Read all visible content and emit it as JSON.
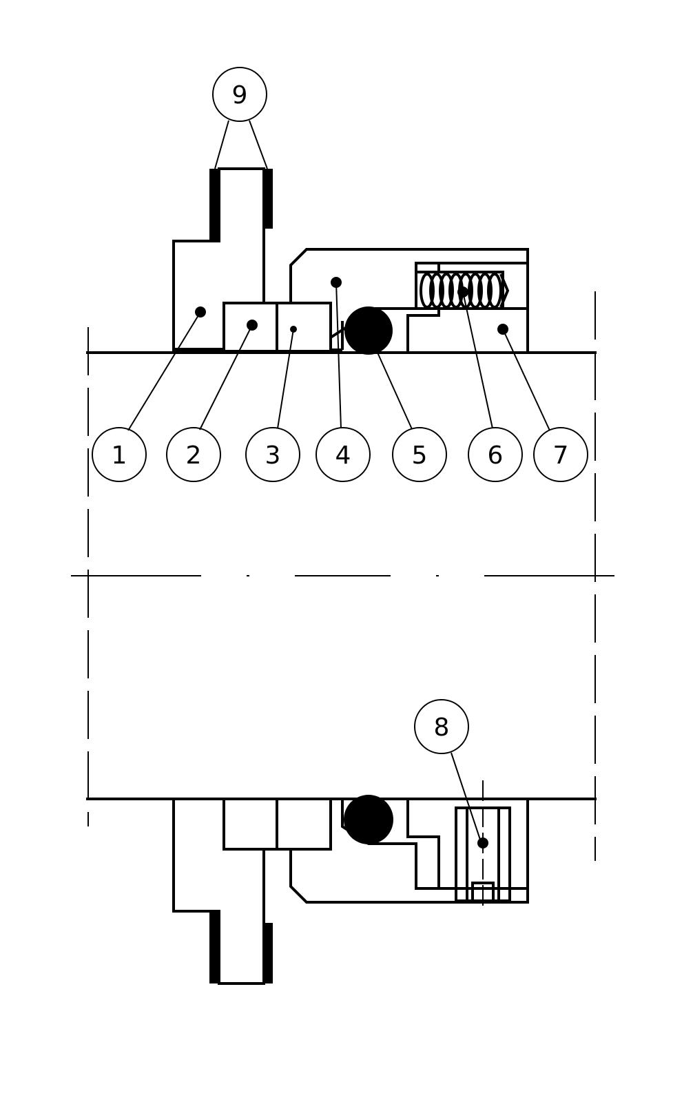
{
  "diagram": {
    "type": "mechanical-seal-section",
    "balloons": [
      {
        "id": "1",
        "label": "1"
      },
      {
        "id": "2",
        "label": "2"
      },
      {
        "id": "3",
        "label": "3"
      },
      {
        "id": "4",
        "label": "4"
      },
      {
        "id": "5",
        "label": "5"
      },
      {
        "id": "6",
        "label": "6"
      },
      {
        "id": "7",
        "label": "7"
      },
      {
        "id": "8",
        "label": "8"
      },
      {
        "id": "9",
        "label": "9"
      }
    ]
  }
}
